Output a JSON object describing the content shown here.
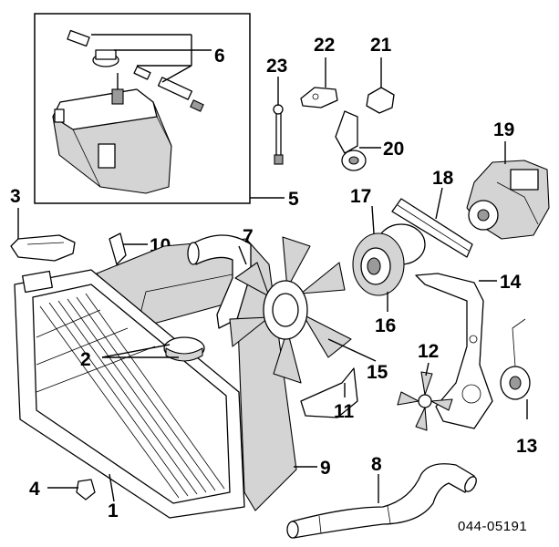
{
  "callouts": {
    "n1": "1",
    "n2": "2",
    "n3": "3",
    "n4": "4",
    "n5": "5",
    "n6": "6",
    "n7": "7",
    "n8": "8",
    "n9": "9",
    "n10": "10",
    "n11": "11",
    "n12": "12",
    "n13": "13",
    "n14": "14",
    "n15": "15",
    "n16": "16",
    "n17": "17",
    "n18": "18",
    "n19": "19",
    "n20": "20",
    "n21": "21",
    "n22": "22",
    "n23": "23"
  },
  "diagram_code": "044-05191"
}
